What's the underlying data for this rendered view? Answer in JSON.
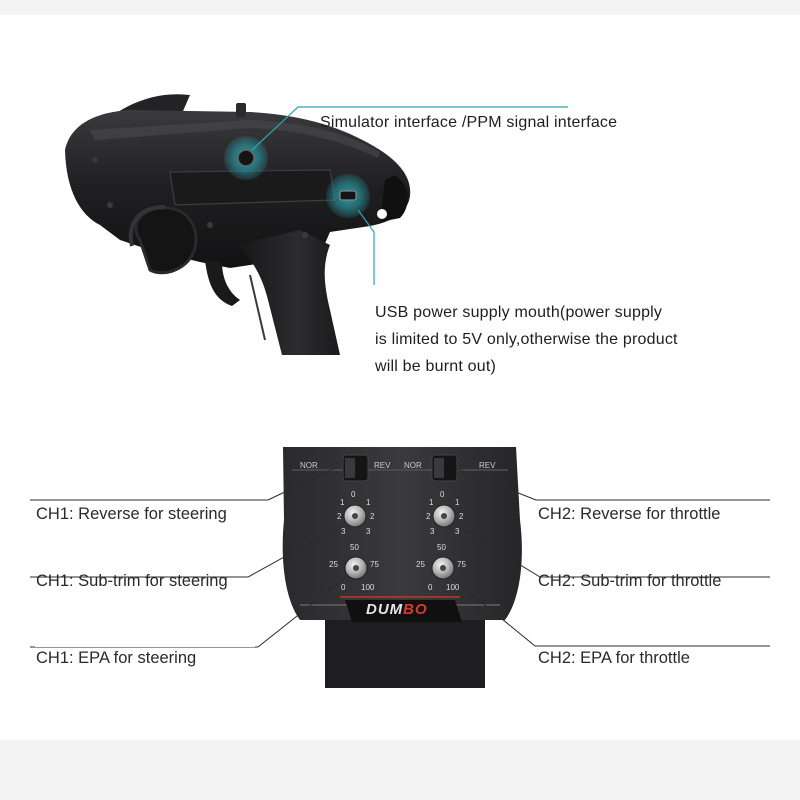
{
  "top_callouts": {
    "simulator": "Simulator interface /PPM signal interface",
    "usb_line1": "USB power supply mouth(power supply",
    "usb_line2": "is limited to 5V only,otherwise the product",
    "usb_line3": "will be burnt out)"
  },
  "panel": {
    "switch_left_nor": "NOR",
    "switch_left_rev": "REV",
    "switch_right_nor": "NOR",
    "switch_right_rev": "REV",
    "dial_top_nums": [
      "1",
      "0",
      "1",
      "2",
      "2",
      "3",
      "3"
    ],
    "dial_bottom_nums": [
      "50",
      "25",
      "75",
      "0",
      "100"
    ],
    "brand_part1": "DUM",
    "brand_part2": "BO"
  },
  "bottom_labels": {
    "ch1_reverse": "CH1: Reverse for steering",
    "ch1_subtrim": "CH1: Sub-trim for steering",
    "ch1_epa": "CH1: EPA for steering",
    "ch2_reverse": "CH2: Reverse for throttle",
    "ch2_subtrim": "CH2: Sub-trim for throttle",
    "ch2_epa": "CH2: EPA for throttle"
  },
  "colors": {
    "body_dark": "#1c1c1e",
    "panel_dark": "#2b2b2d",
    "accent_teal": "#2aa6b0",
    "brand_red": "#d83a2a"
  }
}
